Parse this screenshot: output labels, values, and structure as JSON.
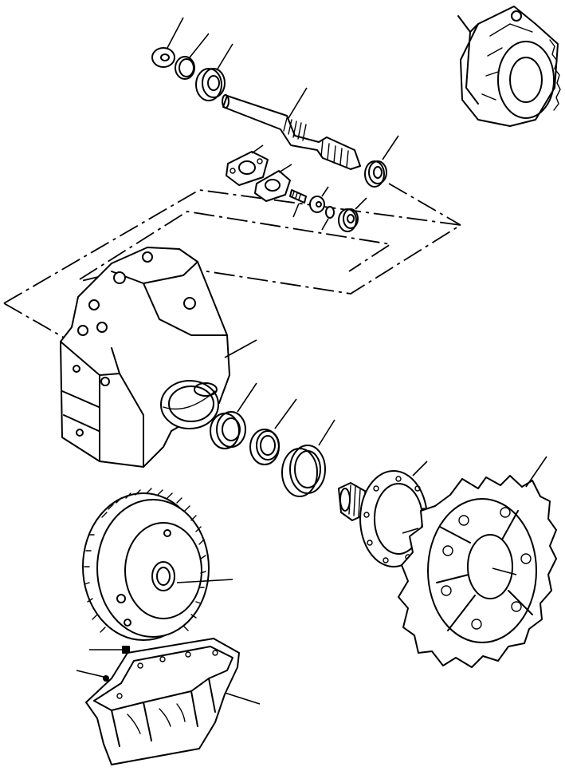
{
  "diagram": {
    "kind": "exploded-parts-view",
    "callout_labels_printed": false,
    "colors": {
      "ink": "#000000",
      "background": "#ffffff"
    },
    "parts": [
      {
        "name": "seal-washer"
      },
      {
        "name": "snap-ring"
      },
      {
        "name": "bearing-upper"
      },
      {
        "name": "pinion-shaft"
      },
      {
        "name": "bearing-lower"
      },
      {
        "name": "cover-plate"
      },
      {
        "name": "gasket"
      },
      {
        "name": "bolt"
      },
      {
        "name": "washer"
      },
      {
        "name": "nut"
      },
      {
        "name": "bearing-small"
      },
      {
        "name": "final-drive-housing"
      },
      {
        "name": "bearing-hub-inner"
      },
      {
        "name": "oil-seal"
      },
      {
        "name": "seal-ring"
      },
      {
        "name": "hub-shaft"
      },
      {
        "name": "hub-flange"
      },
      {
        "name": "sprocket"
      },
      {
        "name": "bull-gear"
      },
      {
        "name": "bolt-gear"
      },
      {
        "name": "drain-plug"
      },
      {
        "name": "oil-pan"
      },
      {
        "name": "location-thumbnail"
      }
    ]
  }
}
